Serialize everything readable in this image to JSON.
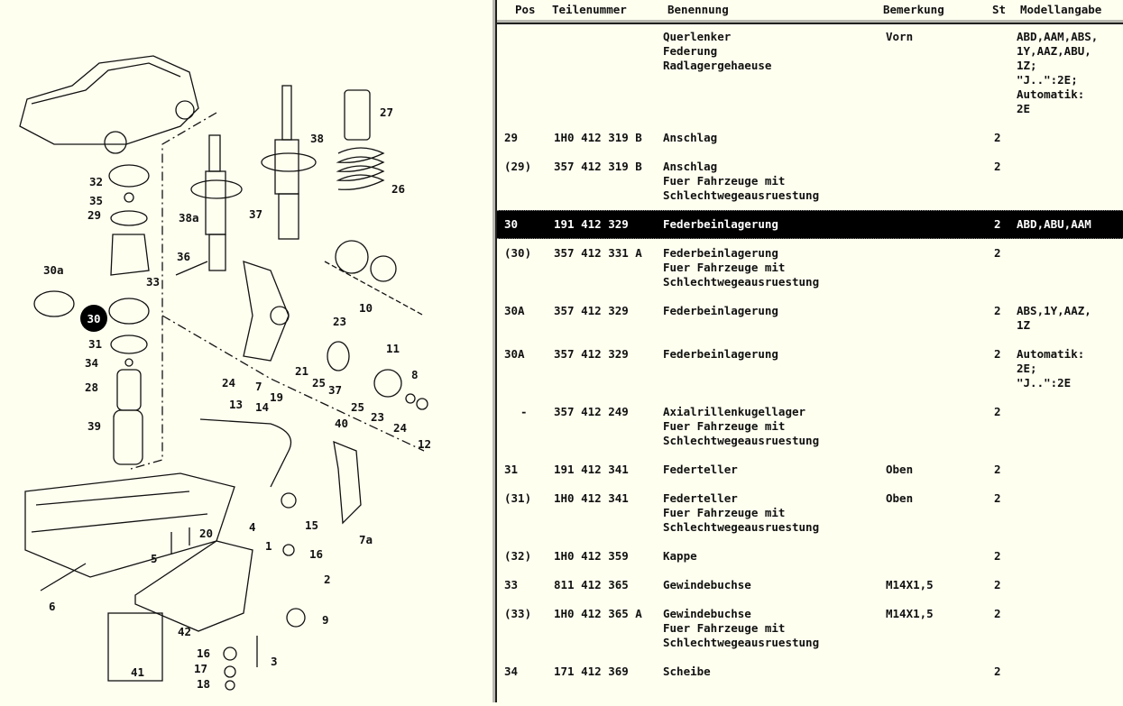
{
  "colors": {
    "background": "#fffff0",
    "selected_row": "#000000",
    "selected_text": "#ffffff"
  },
  "header": {
    "pos": "Pos",
    "teilenummer": "Teilenummer",
    "benennung": "Benennung",
    "bemerkung": "Bemerkung",
    "st": "St",
    "modellangabe": "Modellangabe"
  },
  "rows": [
    {
      "pos": "",
      "nr": "",
      "ben": "Querlenker\nFederung\nRadlagergehaeuse",
      "bem": "Vorn",
      "st": "",
      "mod": "ABD,AAM,ABS,\n1Y,AAZ,ABU,\n1Z;\n\"J..\":2E;\nAutomatik:\n2E"
    },
    {
      "pos": "29",
      "nr": "1H0 412 319 B",
      "ben": "Anschlag",
      "bem": "",
      "st": "2",
      "mod": ""
    },
    {
      "pos": "(29)",
      "nr": "357 412 319 B",
      "ben": "Anschlag\nFuer Fahrzeuge mit\nSchlechtwegeausruestung",
      "bem": "",
      "st": "2",
      "mod": ""
    },
    {
      "pos": "30",
      "nr": "191 412 329",
      "ben": "Federbeinlagerung",
      "bem": "",
      "st": "2",
      "mod": "ABD,ABU,AAM"
    },
    {
      "pos": "(30)",
      "nr": "357 412 331 A",
      "ben": "Federbeinlagerung\nFuer Fahrzeuge mit\nSchlechtwegeausruestung",
      "bem": "",
      "st": "2",
      "mod": ""
    },
    {
      "pos": "30A",
      "nr": "357 412 329",
      "ben": "Federbeinlagerung",
      "bem": "",
      "st": "2",
      "mod": "ABS,1Y,AAZ,\n1Z"
    },
    {
      "pos": "30A",
      "nr": "357 412 329",
      "ben": "Federbeinlagerung",
      "bem": "",
      "st": "2",
      "mod": "Automatik:\n2E;\n\"J..\":2E"
    },
    {
      "pos": "-",
      "nr": "357 412 249",
      "ben": "Axialrillenkugellager\nFuer Fahrzeuge mit\nSchlechtwegeausruestung",
      "bem": "",
      "st": "2",
      "mod": ""
    },
    {
      "pos": "31",
      "nr": "191 412 341",
      "ben": "Federteller",
      "bem": "Oben",
      "st": "2",
      "mod": ""
    },
    {
      "pos": "(31)",
      "nr": "1H0 412 341",
      "ben": "Federteller\nFuer Fahrzeuge mit\nSchlechtwegeausruestung",
      "bem": "Oben",
      "st": "2",
      "mod": ""
    },
    {
      "pos": "(32)",
      "nr": "1H0 412 359",
      "ben": "Kappe",
      "bem": "",
      "st": "2",
      "mod": ""
    },
    {
      "pos": "33",
      "nr": "811 412 365",
      "ben": "Gewindebuchse",
      "bem": "M14X1,5",
      "st": "2",
      "mod": ""
    },
    {
      "pos": "(33)",
      "nr": "1H0 412 365 A",
      "ben": "Gewindebuchse\nFuer Fahrzeuge mit\nSchlechtwegeausruestung",
      "bem": "M14X1,5",
      "st": "2",
      "mod": ""
    },
    {
      "pos": "34",
      "nr": "171 412 369",
      "ben": "Scheibe",
      "bem": "",
      "st": "2",
      "mod": ""
    }
  ],
  "selected_index": 3,
  "diagram": {
    "highlighted": "30",
    "labels": [
      "27",
      "38",
      "26",
      "32",
      "35",
      "29",
      "38a",
      "37",
      "36",
      "30a",
      "33",
      "31",
      "34",
      "28",
      "39",
      "10",
      "23",
      "21",
      "25",
      "37",
      "11",
      "8",
      "25",
      "23",
      "24",
      "12",
      "40",
      "24",
      "7",
      "13",
      "19",
      "14",
      "15",
      "16",
      "4",
      "20",
      "5",
      "1",
      "6",
      "2",
      "9",
      "42",
      "16",
      "17",
      "18",
      "41",
      "3",
      "7a"
    ]
  }
}
